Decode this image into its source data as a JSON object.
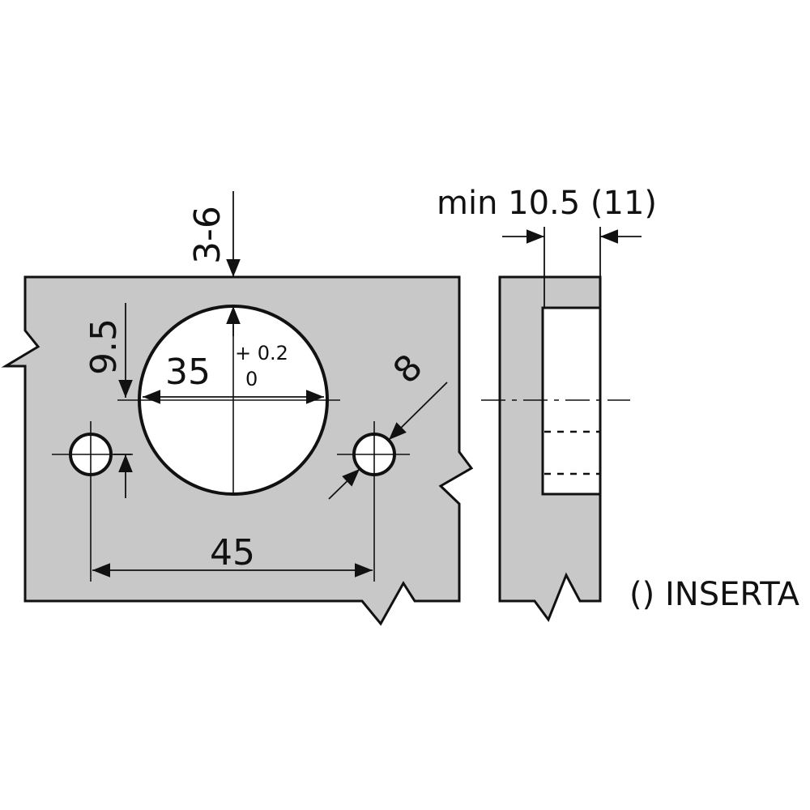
{
  "colors": {
    "panel_fill": "#c8c8c8",
    "line": "#111111",
    "hole_fill": "#ffffff",
    "background": "#ffffff"
  },
  "labels": {
    "cup_diameter": "35",
    "tolerance_upper": "+ 0.2",
    "tolerance_lower": "0",
    "edge_distance": "3-6",
    "hole_offset": "9.5",
    "screw_diameter": "8",
    "hole_spacing": "45",
    "min_thickness": "min 10.5 (11)",
    "note": "() INSERTA"
  }
}
